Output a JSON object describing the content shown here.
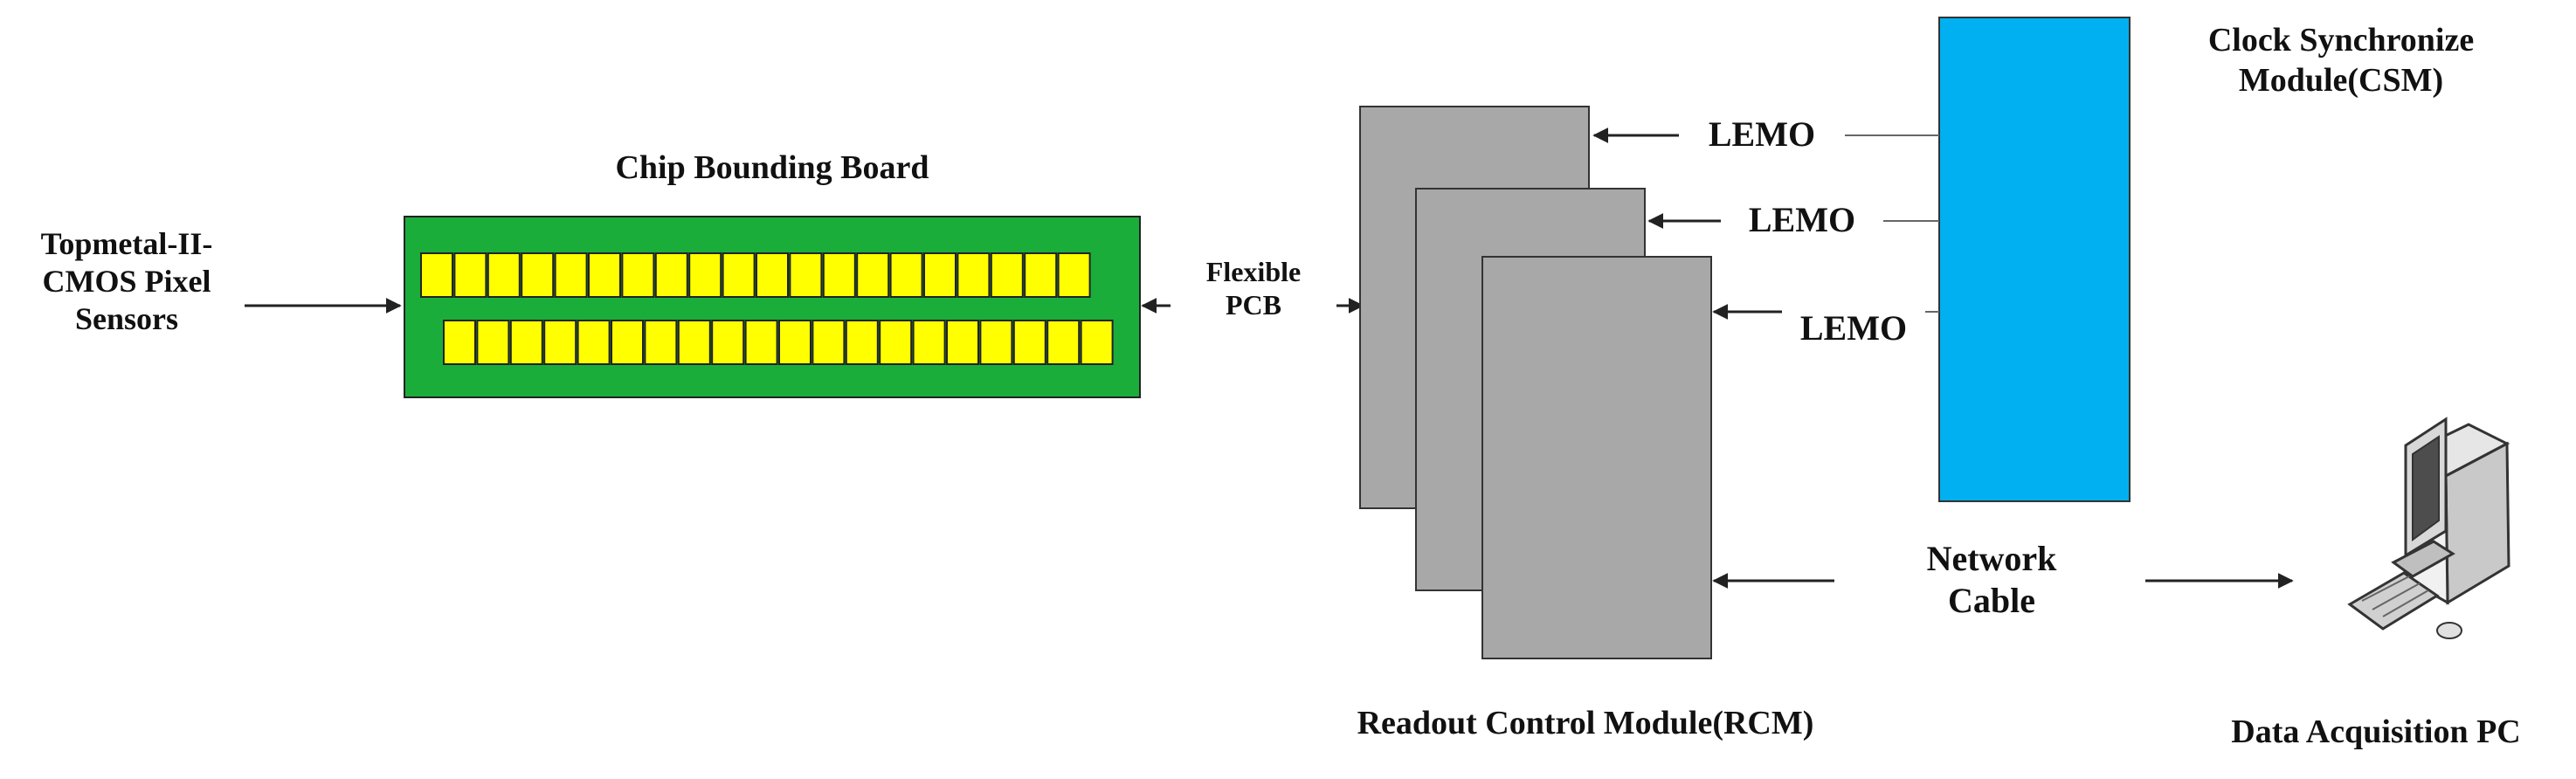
{
  "labels": {
    "sensors_lines": [
      "Topmetal-II-",
      "CMOS Pixel",
      "Sensors"
    ],
    "board_title": "Chip Bounding Board",
    "flex_pcb_lines": [
      "Flexible",
      "PCB"
    ],
    "lemo": [
      "LEMO",
      "LEMO",
      "LEMO"
    ],
    "csm_lines": [
      "Clock Synchronize",
      "Module(CSM)"
    ],
    "network_lines": [
      "Network",
      "Cable"
    ],
    "rcm": "Readout Control Module(RCM)",
    "pc": "Data Acquisition PC"
  },
  "board": {
    "row1_cells": 20,
    "row2_cells": 20
  },
  "colors": {
    "board": "#1aad3a",
    "cell": "#ffff00",
    "rcm": "#a8a8a8",
    "csm": "#00b0f0",
    "stroke": "#222222"
  },
  "icons": {
    "pc": "computer-icon"
  }
}
